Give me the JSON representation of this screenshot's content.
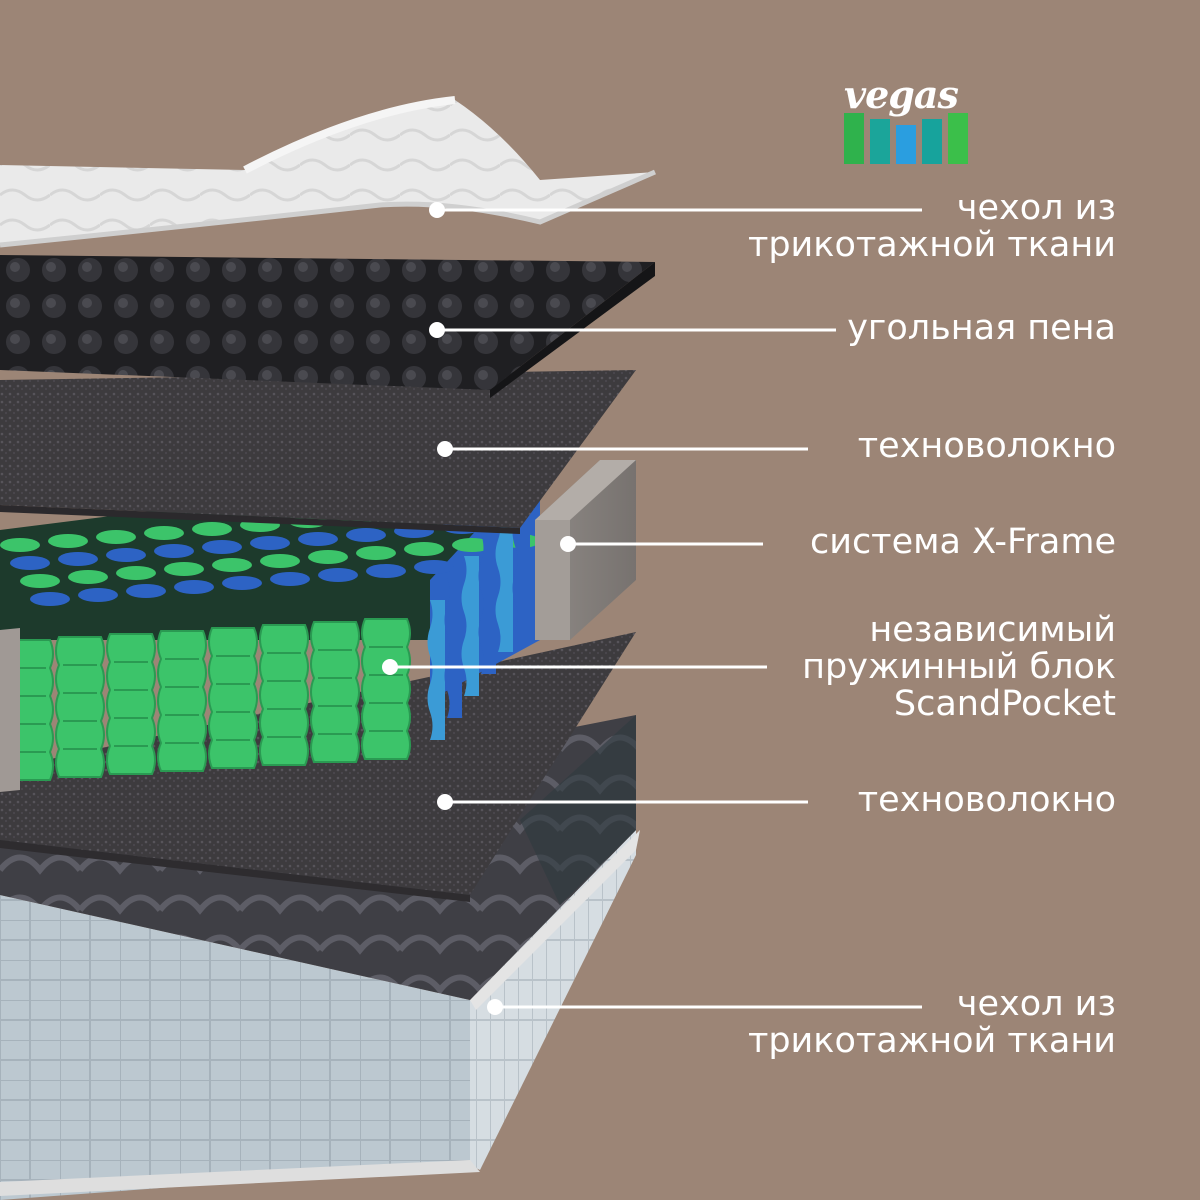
{
  "brand": {
    "name": "vegas",
    "bar_colors": [
      "#2fb24c",
      "#1ba59a",
      "#2a9ee0",
      "#17a39c",
      "#3bbf4a"
    ]
  },
  "colors": {
    "background": "#9c8576",
    "text": "#ffffff",
    "spring_green": "#3cc46a",
    "spring_blue": "#2d63c4"
  },
  "layers": [
    {
      "id": "top-cover",
      "label": [
        "чехол из",
        "трикотажной ткани"
      ]
    },
    {
      "id": "charcoal-foam",
      "label": [
        "угольная пена"
      ]
    },
    {
      "id": "technofiber-top",
      "label": [
        "техноволокно"
      ]
    },
    {
      "id": "x-frame",
      "label": [
        "система X-Frame"
      ]
    },
    {
      "id": "spring-block",
      "label": [
        "независимый",
        "пружинный блок",
        "ScandPocket"
      ]
    },
    {
      "id": "technofiber-bottom",
      "label": [
        "техноволокно"
      ]
    },
    {
      "id": "bottom-cover",
      "label": [
        "чехол из",
        "трикотажной ткани"
      ]
    }
  ]
}
